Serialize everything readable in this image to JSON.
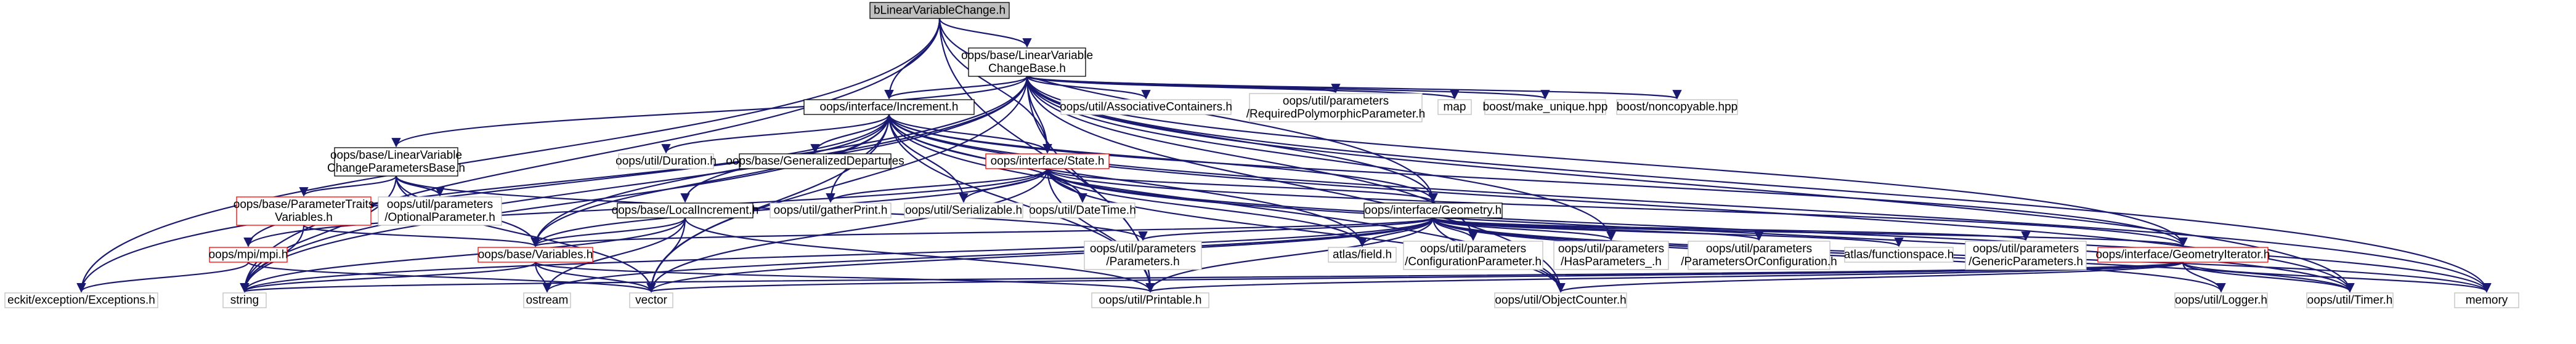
{
  "nodes": [
    {
      "id": "root",
      "lines": [
        "bLinearVariableChange.h"
      ],
      "style": "root"
    },
    {
      "id": "lvcb",
      "lines": [
        "oops/base/LinearVariable",
        "ChangeBase.h"
      ],
      "style": "normal"
    },
    {
      "id": "increment",
      "lines": [
        "oops/interface/Increment.h"
      ],
      "style": "normal"
    },
    {
      "id": "lvcpb",
      "lines": [
        "oops/base/LinearVariable",
        "ChangeParametersBase.h"
      ],
      "style": "normal"
    },
    {
      "id": "duration",
      "lines": [
        "oops/util/Duration.h"
      ],
      "style": "gray"
    },
    {
      "id": "gendep",
      "lines": [
        "oops/base/GeneralizedDepartures"
      ],
      "style": "normal"
    },
    {
      "id": "state",
      "lines": [
        "oops/interface/State.h"
      ],
      "style": "red"
    },
    {
      "id": "assoc",
      "lines": [
        "oops/util/AssociativeContainers.h"
      ],
      "style": "gray"
    },
    {
      "id": "reqpoly",
      "lines": [
        "oops/util/parameters",
        "/RequiredPolymorphicParameter.h"
      ],
      "style": "gray"
    },
    {
      "id": "map",
      "lines": [
        "map"
      ],
      "style": "gray"
    },
    {
      "id": "makeunique",
      "lines": [
        "boost/make_unique.hpp"
      ],
      "style": "gray"
    },
    {
      "id": "noncopyable",
      "lines": [
        "boost/noncopyable.hpp"
      ],
      "style": "gray"
    },
    {
      "id": "ptv",
      "lines": [
        "oops/base/ParameterTraits",
        "Variables.h"
      ],
      "style": "red"
    },
    {
      "id": "optparam",
      "lines": [
        "oops/util/parameters",
        "/OptionalParameter.h"
      ],
      "style": "gray"
    },
    {
      "id": "localinc",
      "lines": [
        "oops/base/LocalIncrement.h"
      ],
      "style": "normal"
    },
    {
      "id": "gatherprint",
      "lines": [
        "oops/util/gatherPrint.h"
      ],
      "style": "gray"
    },
    {
      "id": "serializable",
      "lines": [
        "oops/util/Serializable.h"
      ],
      "style": "gray"
    },
    {
      "id": "datetime",
      "lines": [
        "oops/util/DateTime.h"
      ],
      "style": "gray"
    },
    {
      "id": "geometry",
      "lines": [
        "oops/interface/Geometry.h"
      ],
      "style": "normal"
    },
    {
      "id": "mpi",
      "lines": [
        "oops/mpi/mpi.h"
      ],
      "style": "red"
    },
    {
      "id": "variables",
      "lines": [
        "oops/base/Variables.h"
      ],
      "style": "red"
    },
    {
      "id": "parameters",
      "lines": [
        "oops/util/parameters",
        "/Parameters.h"
      ],
      "style": "gray"
    },
    {
      "id": "atlasfield",
      "lines": [
        "atlas/field.h"
      ],
      "style": "gray"
    },
    {
      "id": "confparam",
      "lines": [
        "oops/util/parameters",
        "/ConfigurationParameter.h"
      ],
      "style": "gray"
    },
    {
      "id": "hasparams",
      "lines": [
        "oops/util/parameters",
        "/HasParameters_.h"
      ],
      "style": "gray"
    },
    {
      "id": "paramsorconf",
      "lines": [
        "oops/util/parameters",
        "/ParametersOrConfiguration.h"
      ],
      "style": "gray"
    },
    {
      "id": "fnspace",
      "lines": [
        "atlas/functionspace.h"
      ],
      "style": "gray"
    },
    {
      "id": "genparams",
      "lines": [
        "oops/util/parameters",
        "/GenericParameters.h"
      ],
      "style": "gray"
    },
    {
      "id": "geoiter",
      "lines": [
        "oops/interface/GeometryIterator.h"
      ],
      "style": "red"
    },
    {
      "id": "eckit",
      "lines": [
        "eckit/exception/Exceptions.h"
      ],
      "style": "gray"
    },
    {
      "id": "string",
      "lines": [
        "string"
      ],
      "style": "gray"
    },
    {
      "id": "ostream",
      "lines": [
        "ostream"
      ],
      "style": "gray"
    },
    {
      "id": "vector",
      "lines": [
        "vector"
      ],
      "style": "gray"
    },
    {
      "id": "printable",
      "lines": [
        "oops/util/Printable.h"
      ],
      "style": "gray"
    },
    {
      "id": "objcounter",
      "lines": [
        "oops/util/ObjectCounter.h"
      ],
      "style": "gray"
    },
    {
      "id": "logger",
      "lines": [
        "oops/util/Logger.h"
      ],
      "style": "gray"
    },
    {
      "id": "timer",
      "lines": [
        "oops/util/Timer.h"
      ],
      "style": "gray"
    },
    {
      "id": "memory",
      "lines": [
        "memory"
      ],
      "style": "gray"
    }
  ],
  "edges": [
    [
      "root",
      "lvcb"
    ],
    [
      "root",
      "increment"
    ],
    [
      "root",
      "state"
    ],
    [
      "root",
      "geometry"
    ],
    [
      "root",
      "string"
    ],
    [
      "root",
      "eckit"
    ],
    [
      "root",
      "printable"
    ],
    [
      "lvcb",
      "increment"
    ],
    [
      "lvcb",
      "lvcpb"
    ],
    [
      "lvcb",
      "state"
    ],
    [
      "lvcb",
      "assoc"
    ],
    [
      "lvcb",
      "reqpoly"
    ],
    [
      "lvcb",
      "map"
    ],
    [
      "lvcb",
      "makeunique"
    ],
    [
      "lvcb",
      "noncopyable"
    ],
    [
      "lvcb",
      "geometry"
    ],
    [
      "lvcb",
      "variables"
    ],
    [
      "lvcb",
      "memory"
    ],
    [
      "lvcb",
      "eckit"
    ],
    [
      "lvcb",
      "string"
    ],
    [
      "lvcb",
      "vector"
    ],
    [
      "lvcb",
      "printable"
    ],
    [
      "lvcb",
      "confparam"
    ],
    [
      "lvcb",
      "hasparams"
    ],
    [
      "lvcb",
      "geoiter"
    ],
    [
      "lvcb",
      "objcounter"
    ],
    [
      "lvcb",
      "timer"
    ],
    [
      "increment",
      "duration"
    ],
    [
      "increment",
      "gendep"
    ],
    [
      "increment",
      "state"
    ],
    [
      "increment",
      "geometry"
    ],
    [
      "increment",
      "localinc"
    ],
    [
      "increment",
      "mpi"
    ],
    [
      "increment",
      "variables"
    ],
    [
      "increment",
      "gatherprint"
    ],
    [
      "increment",
      "serializable"
    ],
    [
      "increment",
      "datetime"
    ],
    [
      "increment",
      "atlasfield"
    ],
    [
      "increment",
      "objcounter"
    ],
    [
      "increment",
      "printable"
    ],
    [
      "increment",
      "timer"
    ],
    [
      "increment",
      "memory"
    ],
    [
      "increment",
      "string"
    ],
    [
      "increment",
      "vector"
    ],
    [
      "increment",
      "geoiter"
    ],
    [
      "lvcpb",
      "ptv"
    ],
    [
      "lvcpb",
      "optparam"
    ],
    [
      "lvcpb",
      "variables"
    ],
    [
      "lvcpb",
      "parameters"
    ],
    [
      "lvcpb",
      "string"
    ],
    [
      "lvcpb",
      "vector"
    ],
    [
      "state",
      "geometry"
    ],
    [
      "state",
      "gatherprint"
    ],
    [
      "state",
      "serializable"
    ],
    [
      "state",
      "datetime"
    ],
    [
      "state",
      "variables"
    ],
    [
      "state",
      "mpi"
    ],
    [
      "state",
      "printable"
    ],
    [
      "state",
      "objcounter"
    ],
    [
      "state",
      "timer"
    ],
    [
      "state",
      "memory"
    ],
    [
      "state",
      "atlasfield"
    ],
    [
      "state",
      "geoiter"
    ],
    [
      "state",
      "vector"
    ],
    [
      "geometry",
      "variables"
    ],
    [
      "geometry",
      "parameters"
    ],
    [
      "geometry",
      "atlasfield"
    ],
    [
      "geometry",
      "confparam"
    ],
    [
      "geometry",
      "hasparams"
    ],
    [
      "geometry",
      "paramsorconf"
    ],
    [
      "geometry",
      "fnspace"
    ],
    [
      "geometry",
      "genparams"
    ],
    [
      "geometry",
      "geoiter"
    ],
    [
      "geometry",
      "printable"
    ],
    [
      "geometry",
      "objcounter"
    ],
    [
      "geometry",
      "logger"
    ],
    [
      "geometry",
      "timer"
    ],
    [
      "geometry",
      "memory"
    ],
    [
      "geometry",
      "string"
    ],
    [
      "geometry",
      "vector"
    ],
    [
      "geometry",
      "ostream"
    ],
    [
      "ptv",
      "variables"
    ],
    [
      "ptv",
      "string"
    ],
    [
      "localinc",
      "variables"
    ],
    [
      "localinc",
      "printable"
    ],
    [
      "localinc",
      "string"
    ],
    [
      "localinc",
      "vector"
    ],
    [
      "localinc",
      "ostream"
    ],
    [
      "mpi",
      "eckit"
    ],
    [
      "mpi",
      "vector"
    ],
    [
      "variables",
      "printable"
    ],
    [
      "variables",
      "string"
    ],
    [
      "variables",
      "vector"
    ],
    [
      "variables",
      "ostream"
    ],
    [
      "geoiter",
      "printable"
    ],
    [
      "geoiter",
      "objcounter"
    ],
    [
      "geoiter",
      "timer"
    ],
    [
      "geoiter",
      "logger"
    ],
    [
      "geoiter",
      "memory"
    ],
    [
      "geoiter",
      "string"
    ],
    [
      "geoiter",
      "vector"
    ]
  ]
}
